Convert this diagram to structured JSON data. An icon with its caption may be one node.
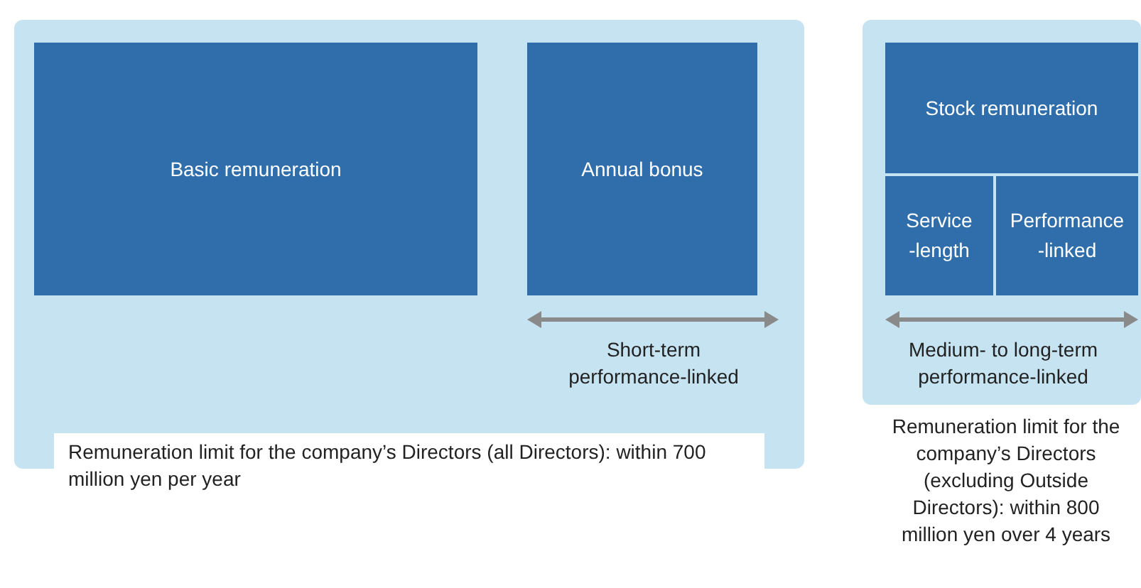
{
  "diagram": {
    "nodes": [
      {
        "text": [],
        "shape": "box"
      },
      {
        "text": [
          "Basic remuneration"
        ],
        "in": 0
      },
      {
        "text": [
          "Annual bonus"
        ],
        "in": 0
      },
      {
        "text": [
          "Remuneration limit for the company’s Directors (all Directors): within 700 million yen per year"
        ]
      },
      {
        "text": [],
        "shape": "box"
      },
      {
        "text": [
          "Stock remuneration"
        ],
        "in": 4
      },
      {
        "text": [
          "Service -length"
        ],
        "in": 4
      },
      {
        "text": [
          "Performance -linked"
        ],
        "in": 4
      },
      {
        "text": [
          "Remuneration limit for the company’s Directors (excluding Outside Directors): within 800 million yen over 4 years"
        ]
      }
    ],
    "labels": [
      "Short-term performance-linked",
      "Medium- to long-term performance-linked"
    ]
  }
}
